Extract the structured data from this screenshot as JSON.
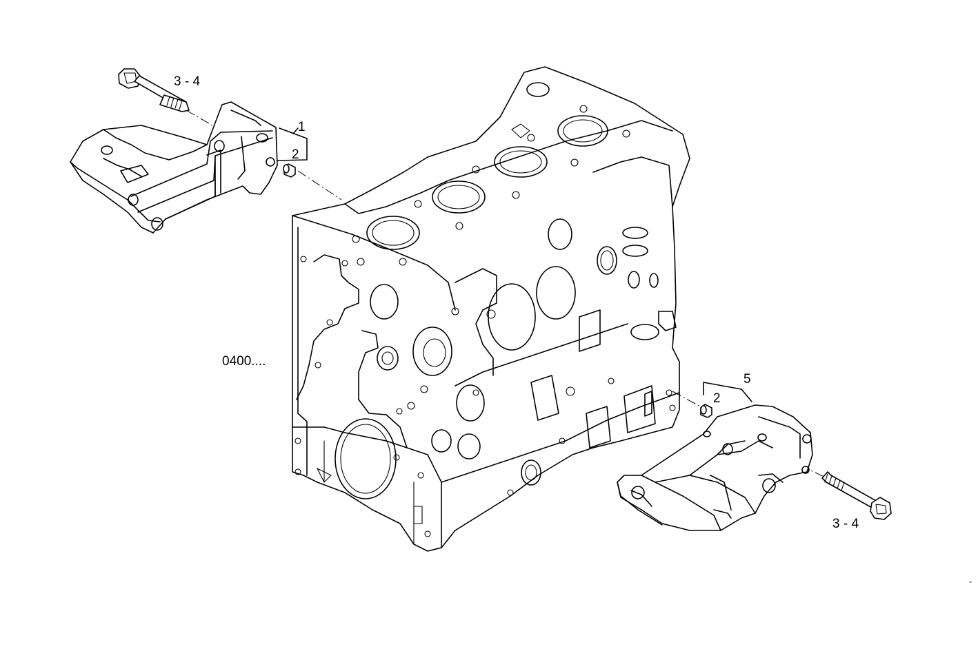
{
  "callouts": {
    "bolt_top": "3 - 4",
    "bracket_left": "1",
    "bushing_left": "2",
    "block_ref": "0400....",
    "bracket_right": "5",
    "bushing_right": "2",
    "bolt_bottom": "3 - 4",
    "corner_mark": "-"
  }
}
